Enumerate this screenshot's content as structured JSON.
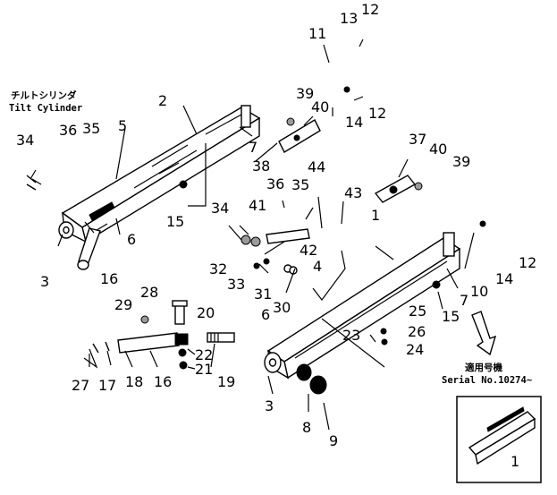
{
  "notes": {
    "tilt_cylinder_jp": "チルトシリンダ",
    "tilt_cylinder_en": "Tilt Cylinder",
    "serial_jp": "適用号機",
    "serial_en": "Serial No.10274~"
  },
  "callouts": {
    "n1a": "1",
    "n1b": "1",
    "n2": "2",
    "n3a": "3",
    "n3b": "3",
    "n4": "4",
    "n5": "5",
    "n6a": "6",
    "n6b": "6",
    "n7a": "7",
    "n7b": "7",
    "n8": "8",
    "n9": "9",
    "n10": "10",
    "n11": "11",
    "n12a": "12",
    "n12b": "12",
    "n12c": "12",
    "n13": "13",
    "n14a": "14",
    "n14b": "14",
    "n15a": "15",
    "n15b": "15",
    "n16a": "16",
    "n16b": "16",
    "n17": "17",
    "n18": "18",
    "n19": "19",
    "n20": "20",
    "n21": "21",
    "n22": "22",
    "n23": "23",
    "n24": "24",
    "n25": "25",
    "n26": "26",
    "n27": "27",
    "n28": "28",
    "n29": "29",
    "n30": "30",
    "n31": "31",
    "n32": "32",
    "n33": "33",
    "n34a": "34",
    "n34b": "34",
    "n35a": "35",
    "n35b": "35",
    "n36a": "36",
    "n36b": "36",
    "n37": "37",
    "n38": "38",
    "n39a": "39",
    "n39b": "39",
    "n40a": "40",
    "n40b": "40",
    "n41": "41",
    "n42": "42",
    "n43": "43",
    "n44": "44"
  }
}
